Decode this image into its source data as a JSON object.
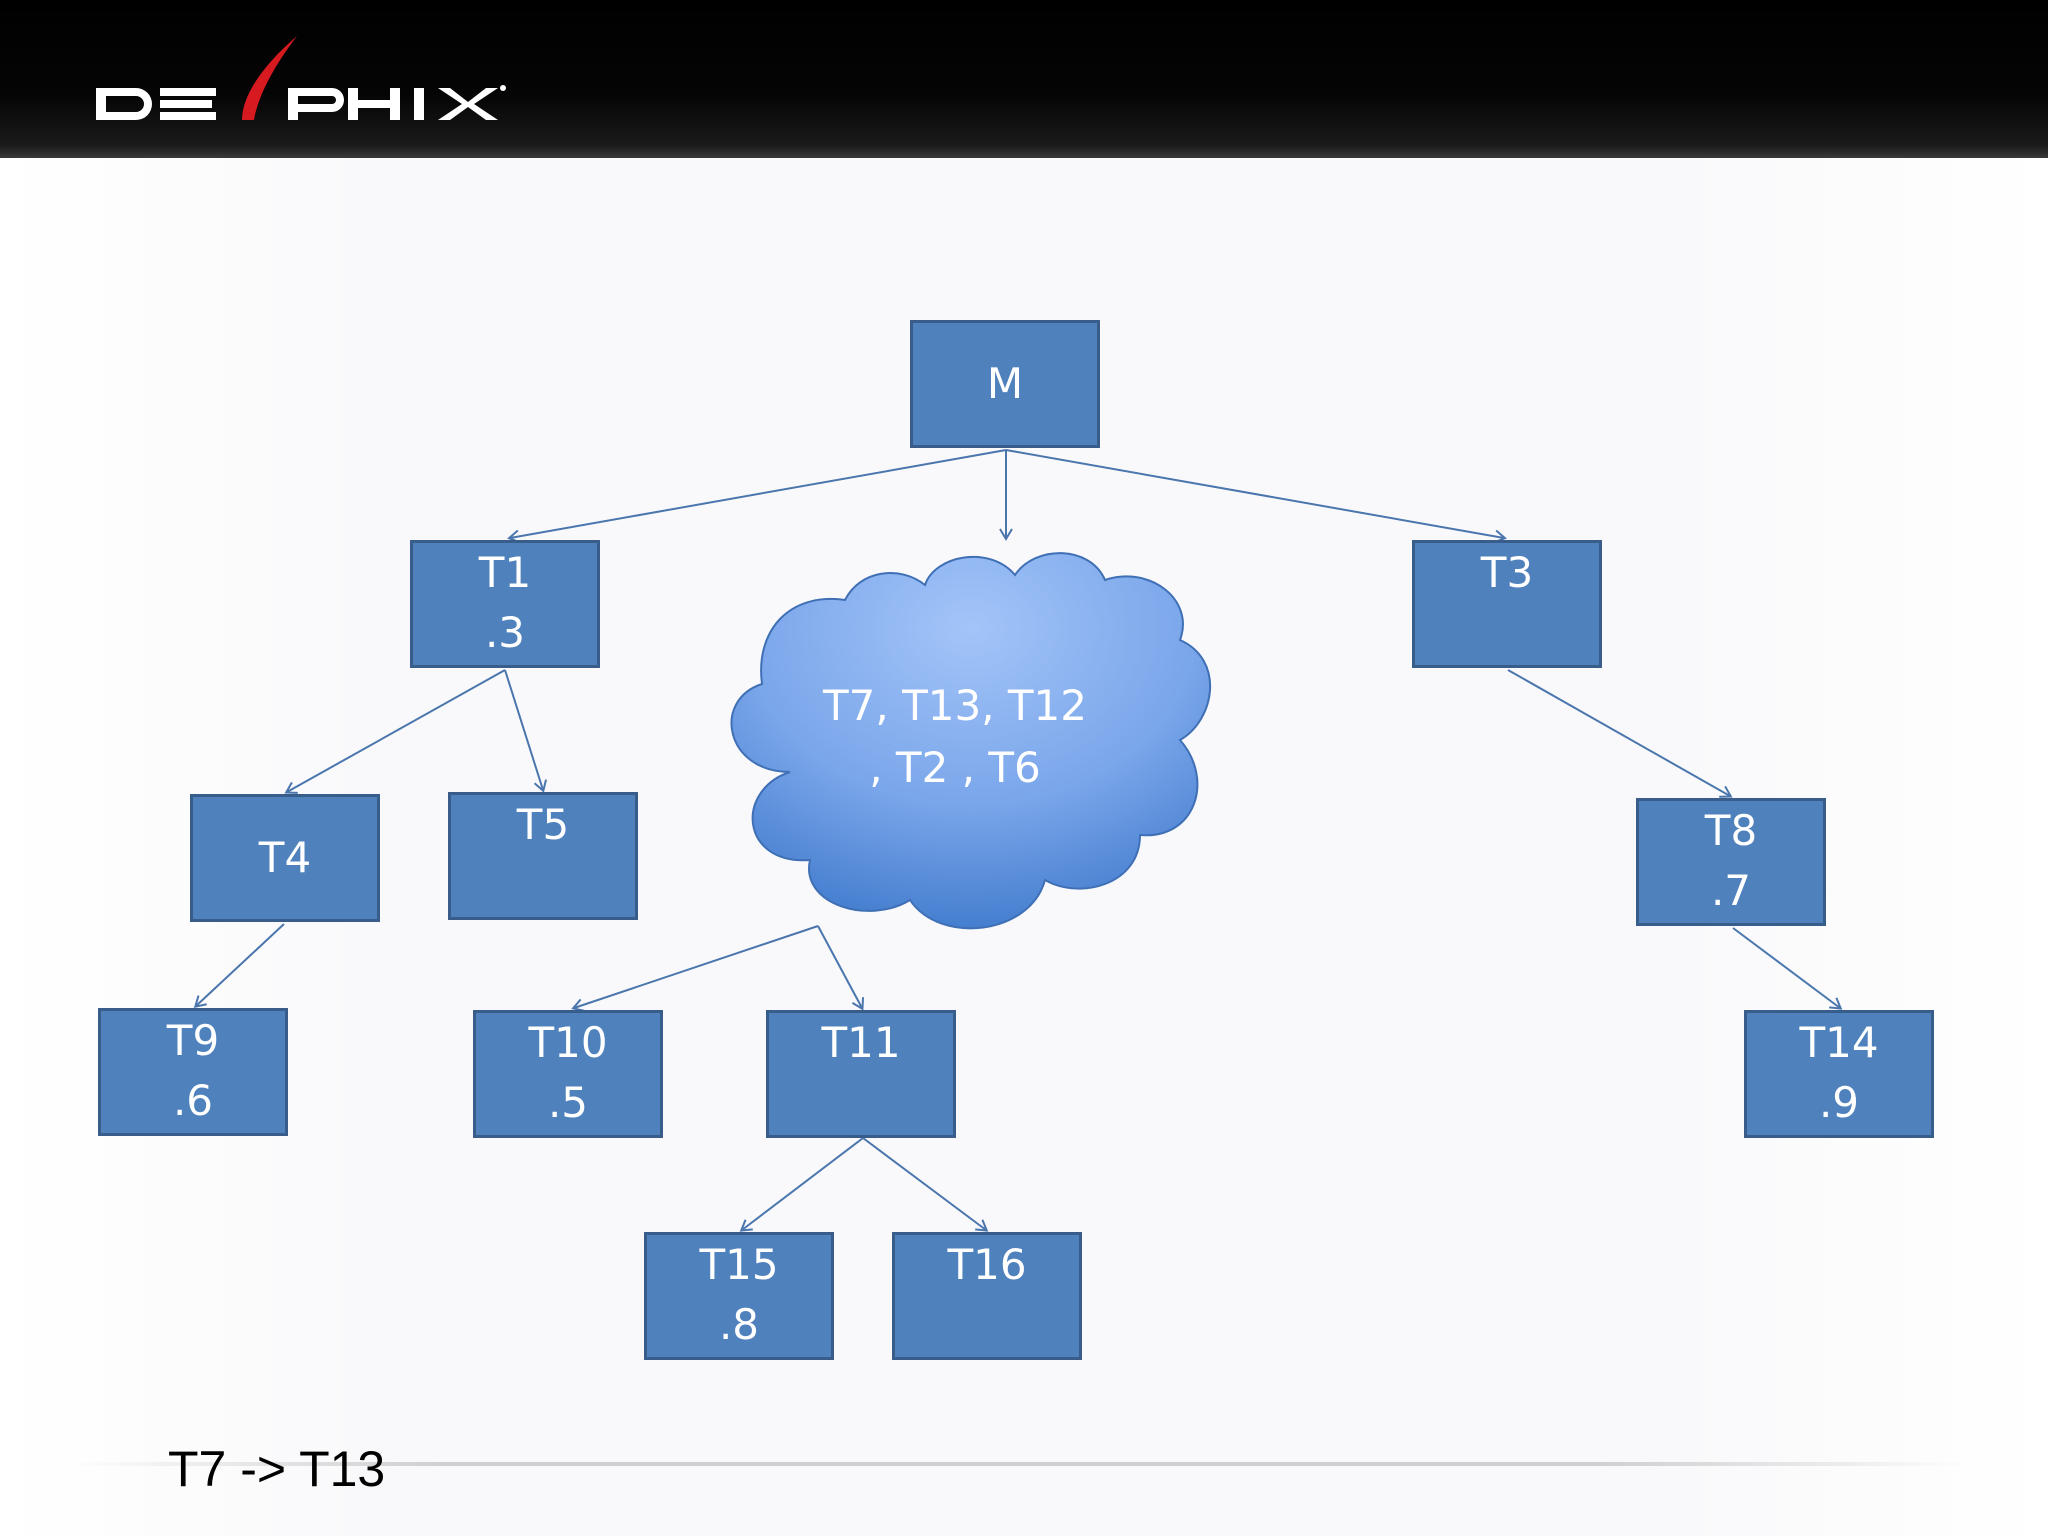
{
  "header": {
    "logo_text": "DELPHIX",
    "brand_accent": "#d71920"
  },
  "diagram": {
    "node_fill": "#4f81bd",
    "node_border": "#385d8a",
    "edge_color": "#4a76ad",
    "nodes": {
      "M": {
        "name": "M",
        "value": ""
      },
      "T1": {
        "name": "T1",
        "value": ".3"
      },
      "T3": {
        "name": "T3",
        "value": ""
      },
      "T4": {
        "name": "T4",
        "value": ""
      },
      "T5": {
        "name": "T5",
        "value": ""
      },
      "T8": {
        "name": "T8",
        "value": ".7"
      },
      "T9": {
        "name": "T9",
        "value": ".6"
      },
      "T10": {
        "name": "T10",
        "value": ".5"
      },
      "T11": {
        "name": "T11",
        "value": ""
      },
      "T14": {
        "name": "T14",
        "value": ".9"
      },
      "T15": {
        "name": "T15",
        "value": ".8"
      },
      "T16": {
        "name": "T16",
        "value": ""
      }
    },
    "cloud": {
      "line1": "T7, T13, T12",
      "line2": ", T2 , T6"
    }
  },
  "footnote": "T7 -> T13"
}
